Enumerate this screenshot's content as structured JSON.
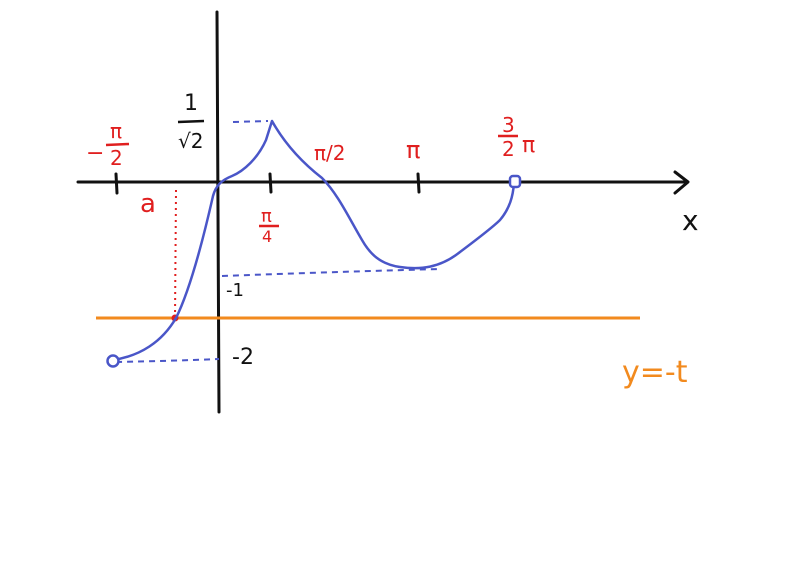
{
  "labels": {
    "neg_half_pi": {
      "num": "π",
      "den": "2",
      "sign": "−"
    },
    "one_over_root2": {
      "num": "1",
      "den": "√2"
    },
    "half_pi": "π/2",
    "pi": "π",
    "three_half_pi": {
      "num": "3",
      "den": "2",
      "sym": "π"
    },
    "quarter_pi": {
      "num": "π",
      "den": "4"
    },
    "a": "a",
    "x_axis": "x",
    "minus_one": "-1",
    "minus_two": "-2",
    "line_eq": "y=-t"
  },
  "colors": {
    "axis": "#111111",
    "curve": "#4a56c8",
    "label_red": "#e01f1f",
    "line_orange": "#f28a1e",
    "text_dark": "#111111"
  }
}
